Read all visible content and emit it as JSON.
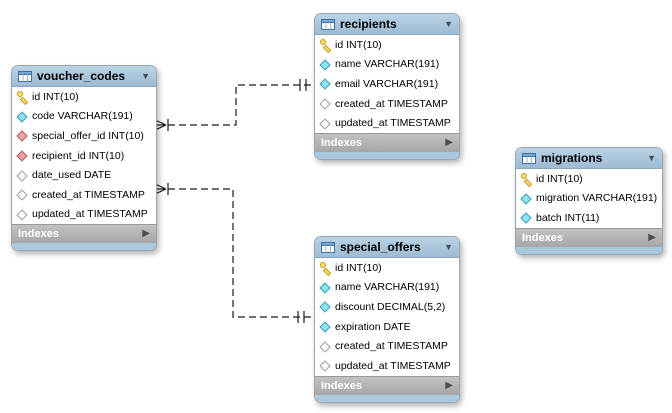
{
  "diagram": {
    "type": "er-diagram",
    "tables": [
      {
        "name": "voucher_codes",
        "footer_label": "Indexes",
        "columns": [
          {
            "label": "id INT(10)",
            "icon": "key"
          },
          {
            "label": "code VARCHAR(191)",
            "icon": "diamond-cyan"
          },
          {
            "label": "special_offer_id INT(10)",
            "icon": "diamond-red"
          },
          {
            "label": "recipient_id INT(10)",
            "icon": "diamond-red"
          },
          {
            "label": "date_used DATE",
            "icon": "diamond-hollow"
          },
          {
            "label": "created_at TIMESTAMP",
            "icon": "diamond-hollow"
          },
          {
            "label": "updated_at TIMESTAMP",
            "icon": "diamond-hollow"
          }
        ]
      },
      {
        "name": "recipients",
        "footer_label": "Indexes",
        "columns": [
          {
            "label": "id INT(10)",
            "icon": "key"
          },
          {
            "label": "name VARCHAR(191)",
            "icon": "diamond-cyan"
          },
          {
            "label": "email VARCHAR(191)",
            "icon": "diamond-cyan"
          },
          {
            "label": "created_at TIMESTAMP",
            "icon": "diamond-hollow"
          },
          {
            "label": "updated_at TIMESTAMP",
            "icon": "diamond-hollow"
          }
        ]
      },
      {
        "name": "special_offers",
        "footer_label": "Indexes",
        "columns": [
          {
            "label": "id INT(10)",
            "icon": "key"
          },
          {
            "label": "name VARCHAR(191)",
            "icon": "diamond-cyan"
          },
          {
            "label": "discount DECIMAL(5,2)",
            "icon": "diamond-cyan"
          },
          {
            "label": "expiration DATE",
            "icon": "diamond-cyan"
          },
          {
            "label": "created_at TIMESTAMP",
            "icon": "diamond-hollow"
          },
          {
            "label": "updated_at TIMESTAMP",
            "icon": "diamond-hollow"
          }
        ]
      },
      {
        "name": "migrations",
        "footer_label": "Indexes",
        "columns": [
          {
            "label": "id INT(10)",
            "icon": "key"
          },
          {
            "label": "migration VARCHAR(191)",
            "icon": "diamond-cyan"
          },
          {
            "label": "batch INT(11)",
            "icon": "diamond-cyan"
          }
        ]
      }
    ],
    "relationships": [
      {
        "from_table": "voucher_codes",
        "to_table": "recipients",
        "line_style": "dashed",
        "from_cardinality": "many-mandatory",
        "to_cardinality": "one-mandatory"
      },
      {
        "from_table": "voucher_codes",
        "to_table": "special_offers",
        "line_style": "dashed",
        "from_cardinality": "many-mandatory",
        "to_cardinality": "one-mandatory"
      }
    ],
    "colors": {
      "header_blue_top": "#bad3e6",
      "header_blue_bottom": "#9dbbd3",
      "bottom_strip_blue": "#a9c8de",
      "footer_gray_top": "#c2c2c2",
      "footer_gray_bottom": "#a6a6a6",
      "footer_text": "#ffffff",
      "title_text": "#000000",
      "row_text": "#000000",
      "key_yellow": "#ffe15e",
      "key_outline": "#c2992b",
      "diamond_cyan": "#8fe2ef",
      "diamond_cyan_outline": "#3d9fb3",
      "diamond_red": "#eda3a3",
      "diamond_red_outline": "#b05c5c",
      "diamond_hollow_outline": "#9a9a9a",
      "line_color": "#1a1a1a"
    }
  }
}
